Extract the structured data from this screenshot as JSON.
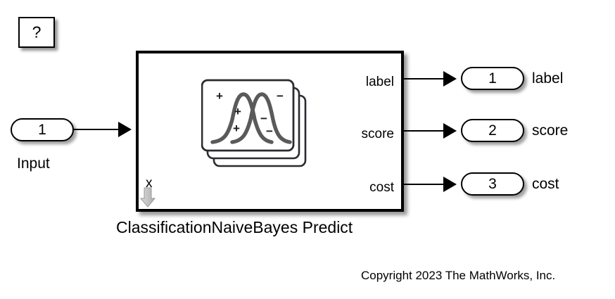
{
  "diagram": {
    "title": "ClassificationNaiveBayes Predict",
    "copyright": "Copyright 2023 The MathWorks, Inc.",
    "background_color": "#ffffff",
    "line_color": "#000000",
    "icon_curve_color": "#5a5a5a"
  },
  "help_block": {
    "label": "?",
    "name": "help-block"
  },
  "predict_block": {
    "caption": "ClassificationNaiveBayes Predict",
    "input_ports": [
      {
        "name": "x",
        "label": "x"
      }
    ],
    "output_ports": [
      {
        "name": "label",
        "label": "label"
      },
      {
        "name": "score",
        "label": "score"
      },
      {
        "name": "cost",
        "label": "cost"
      }
    ],
    "mask_icon": {
      "name": "naive-bayes-distribution-icon",
      "card_count": 3,
      "curve_count": 2,
      "plus_signs": 3,
      "minus_signs": 3,
      "plus_symbol": "+",
      "minus_symbol": "−"
    },
    "mask_arrow": {
      "name": "mask-down-arrow-icon"
    }
  },
  "inports": [
    {
      "number": "1",
      "label": "Input",
      "name": "inport-input"
    }
  ],
  "outports": [
    {
      "number": "1",
      "label": "label",
      "name": "outport-label"
    },
    {
      "number": "2",
      "label": "score",
      "name": "outport-score"
    },
    {
      "number": "3",
      "label": "cost",
      "name": "outport-cost"
    }
  ]
}
